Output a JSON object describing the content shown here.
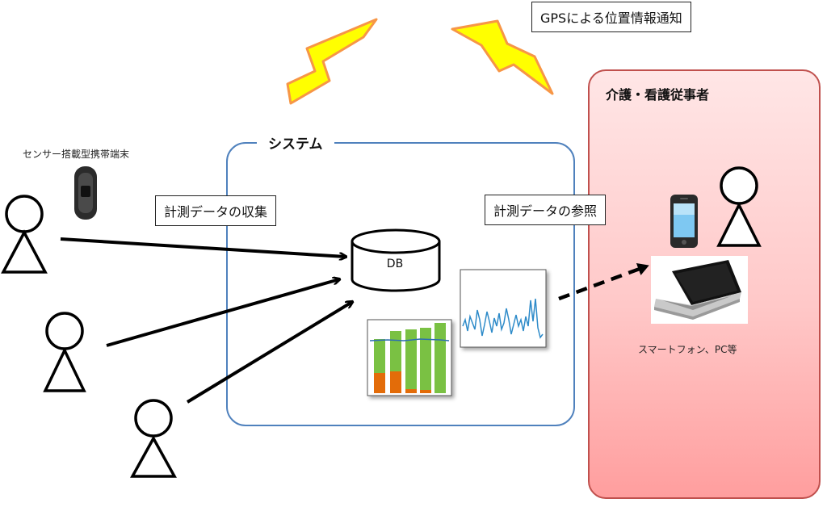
{
  "labels": {
    "gps": "GPSによる位置情報通知",
    "system": "システム",
    "collect": "計測データの収集",
    "reference": "計測データの参照",
    "caregivers": "介護・看護従事者",
    "sensor_device": "センサー搭載型携帯端末",
    "devices": "スマートフォン、PC等",
    "db": "DB"
  },
  "colors": {
    "lightning_fill": "#ffff00",
    "lightning_stroke": "#f79646",
    "system_border": "#4f81bd",
    "caregiver_border": "#c0504d",
    "caregiver_fill": "#ffc8c8",
    "bar_green": "#7ac143",
    "bar_orange": "#e36c09",
    "line_blue": "#2e8bc9"
  },
  "icons": [
    "person-icon",
    "wristband-icon",
    "database-icon",
    "smartphone-icon",
    "laptop-icon",
    "lightning-icon"
  ]
}
